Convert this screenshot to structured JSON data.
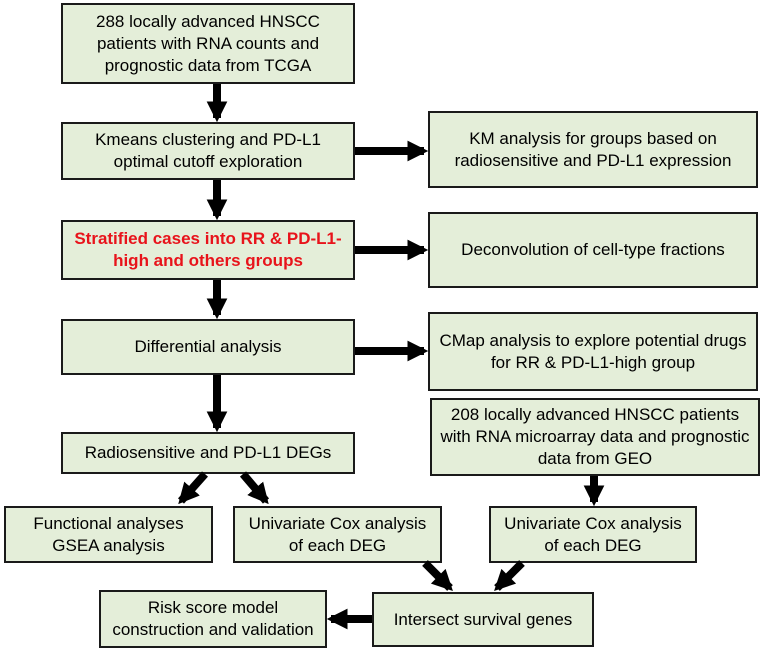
{
  "boxes": {
    "tcga_source": "288 locally advanced HNSCC patients with RNA counts and prognostic data from TCGA",
    "kmeans": "Kmeans clustering and PD-L1 optimal cutoff exploration",
    "km_analysis": "KM analysis for groups based on radiosensitive and PD-L1 expression",
    "stratified": "Stratified cases into RR & PD-L1-high and others groups",
    "deconvolution": "Deconvolution of cell-type fractions",
    "differential": "Differential analysis",
    "cmap": "CMap analysis to explore potential drugs for RR & PD-L1-high group",
    "degs": "Radiosensitive and PD-L1 DEGs",
    "geo_source": "208 locally advanced HNSCC patients with RNA microarray data and prognostic data from GEO",
    "functional": "Functional analyses GSEA analysis",
    "cox_tcga": "Univariate Cox analysis of each DEG",
    "cox_geo": "Univariate Cox analysis of each DEG",
    "intersect": "Intersect survival genes",
    "risk_model": "Risk score model construction and validation"
  },
  "colors": {
    "box_fill": "#e4eed9",
    "box_border": "#1a1a1a",
    "arrow": "#000000",
    "highlight_text": "#e8131b"
  }
}
